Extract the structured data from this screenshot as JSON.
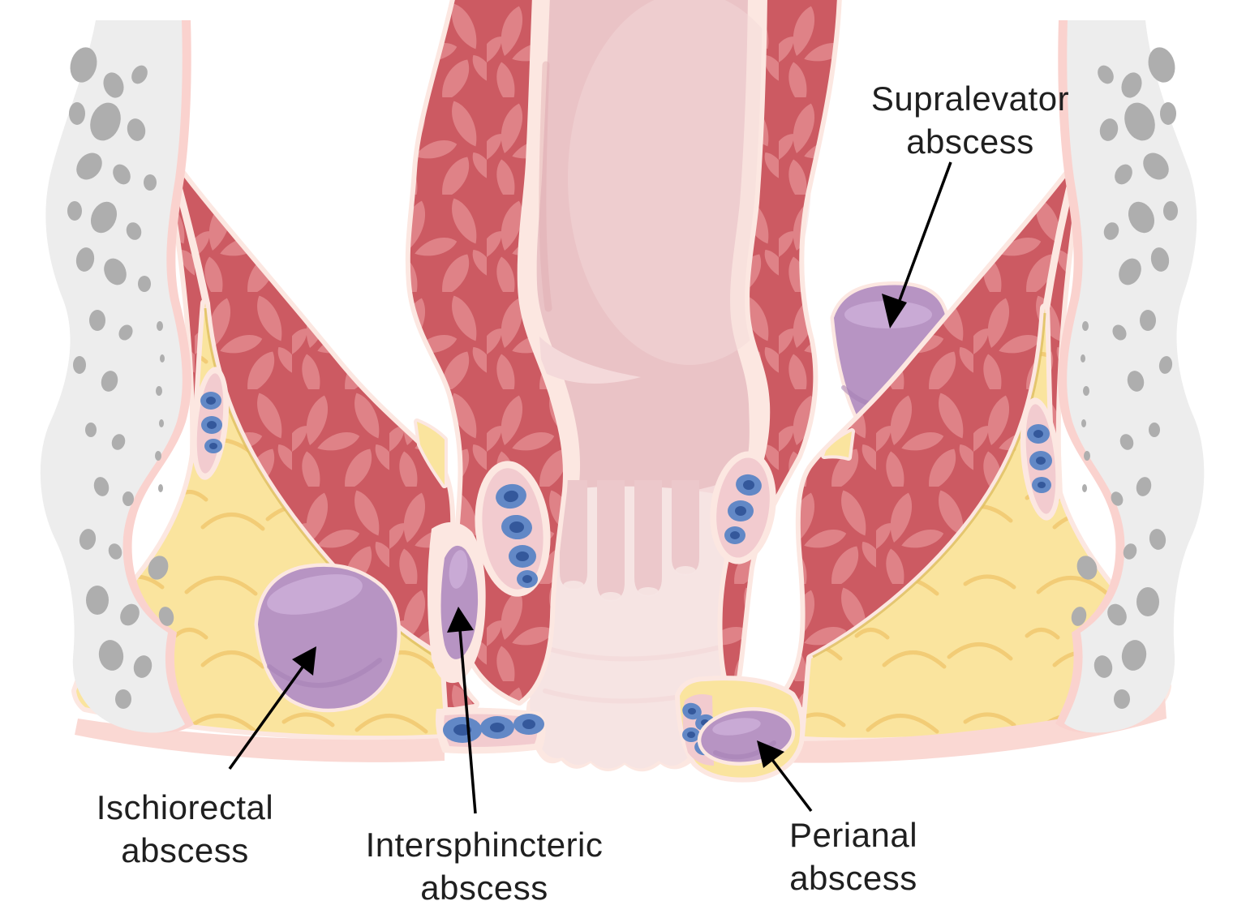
{
  "labels": {
    "supralevator": {
      "text": "Supralevator abscess"
    },
    "ischiorectal": {
      "text": "Ischiorectal abscess"
    },
    "intersphincteric": {
      "text": "Intersphincteric abscess"
    },
    "perianal": {
      "text": "Perianal abscess"
    }
  },
  "palette": {
    "bg": "#FFFFFF",
    "bone": "#EDEDED",
    "boneSpot": "#AEAEAE",
    "periosteum": "#FAD2CE",
    "muscleBase": "#CC5A62",
    "muscleScale": "#DF8287",
    "cream": "#FCE7E1",
    "fat": "#FAE49E",
    "fatLine": "#F2CC76",
    "fatEdge": "#DFBE5D",
    "lumen": "#EAC3C6",
    "lumenEdge": "#DFABAF",
    "fold": "#F4D9DA",
    "pale": "#F6E4E3",
    "column": "#ECC8CB",
    "abscess": "#B794C3",
    "abscessHi": "#CDAED8",
    "abscessDeep": "#A67FB5",
    "vessel": "#6288C6",
    "vesselCore": "#34589B",
    "pocket": "#F2CBCF",
    "skin": "#FAD8D3",
    "text": "#1F1F1F",
    "arrow": "#000000"
  }
}
